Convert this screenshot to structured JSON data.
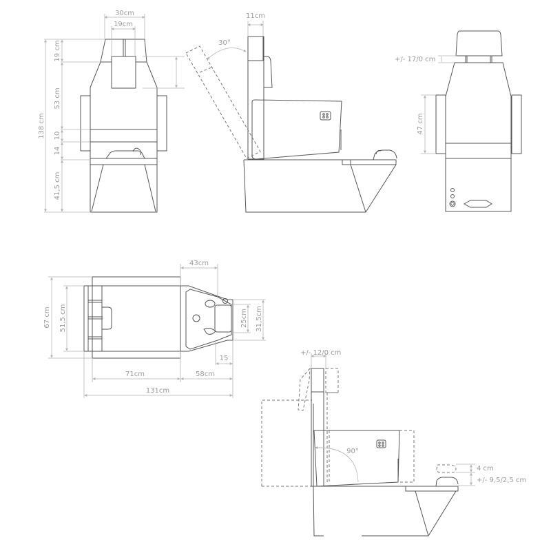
{
  "front_view": {
    "dims": {
      "headrest_outer_width": "30cm",
      "headrest_inner_width": "19cm",
      "headrest_height": "19 cm",
      "back_height": "53 cm",
      "total_height": "138 cm",
      "seat_band": "10",
      "seat_thickness": "14",
      "base_height": "41,5 cm"
    }
  },
  "side_view": {
    "dims": {
      "backrest_depth": "11cm",
      "recline_angle": "30°"
    }
  },
  "back_view": {
    "dims": {
      "headrest_adjust": "+/- 17/0 cm",
      "armrest_height": "47 cm"
    }
  },
  "top_view": {
    "dims": {
      "overall_width": "67 cm",
      "seat_width": "51,5 cm",
      "basin_length": "43cm",
      "basin_inner_width": "25cm",
      "basin_outer_width": "31,5cm",
      "basin_overhang": "15",
      "seat_length": "71cm",
      "wash_unit_length": "58cm",
      "total_length": "131cm"
    }
  },
  "side_adjust_view": {
    "dims": {
      "backrest_adjust": "+/- 12/0 cm",
      "seat_angle": "90°",
      "neckrest_height": "4 cm",
      "neckrest_adjust": "+/- 9,5/2,5 cm"
    }
  }
}
